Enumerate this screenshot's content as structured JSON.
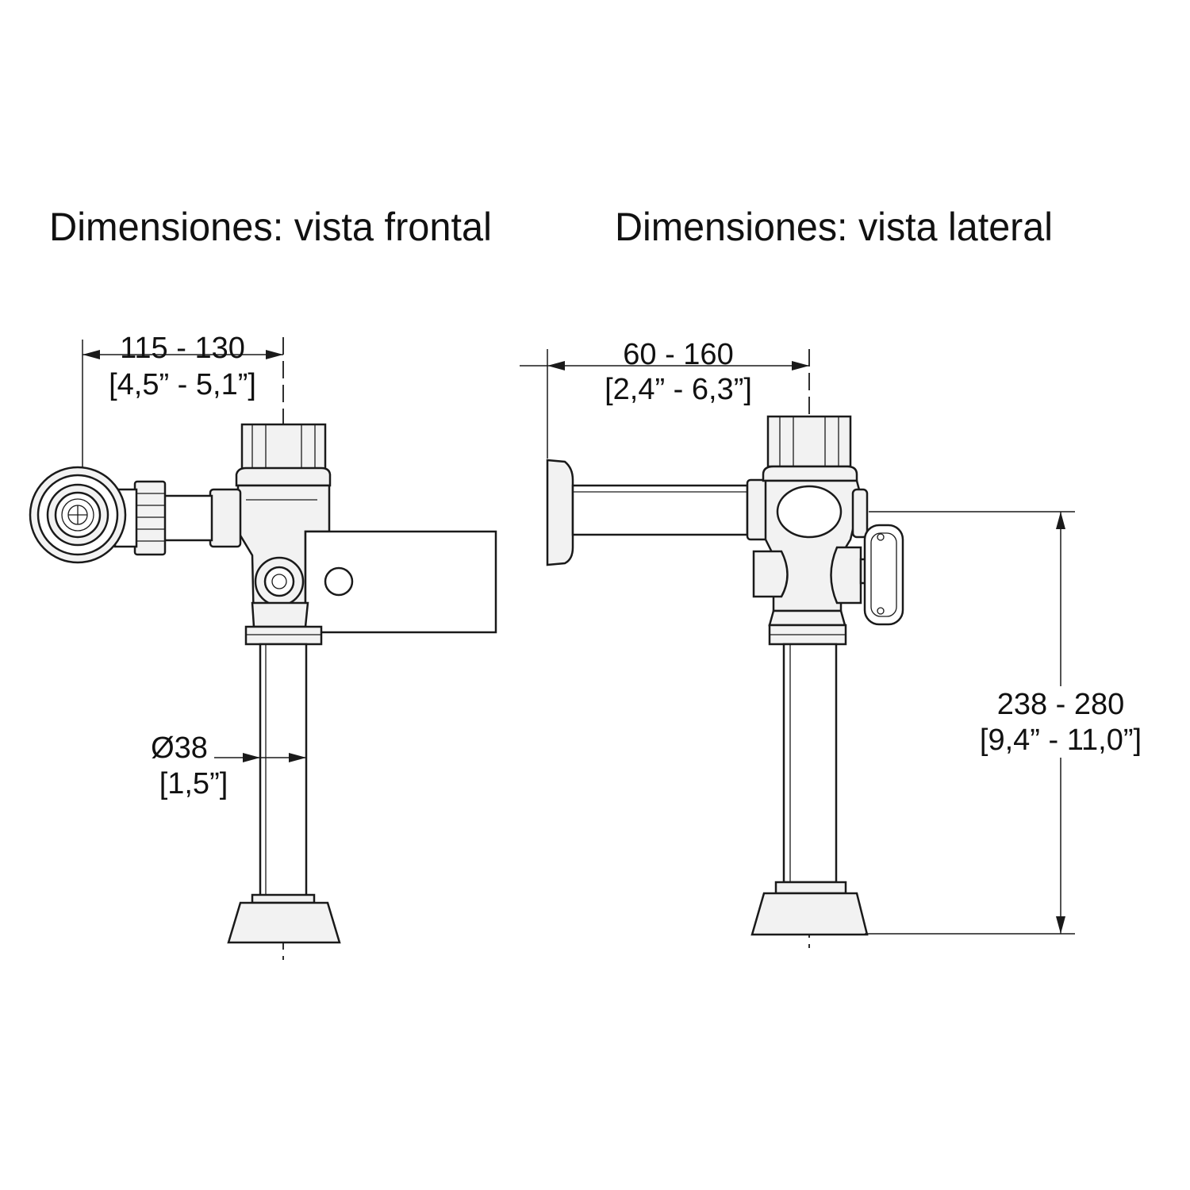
{
  "titles": {
    "front": "Dimensiones: vista frontal",
    "side": "Dimensiones: vista lateral"
  },
  "front_view": {
    "width_dim_mm": "115 - 130",
    "width_dim_in": "[4,5” - 5,1”]",
    "diameter_dim_mm": "Ø38",
    "diameter_dim_in": "[1,5”]"
  },
  "side_view": {
    "depth_dim_mm": "60 - 160",
    "depth_dim_in": "[2,4” - 6,3”]",
    "height_dim_mm": "238 - 280",
    "height_dim_in": "[9,4” - 11,0”]"
  }
}
